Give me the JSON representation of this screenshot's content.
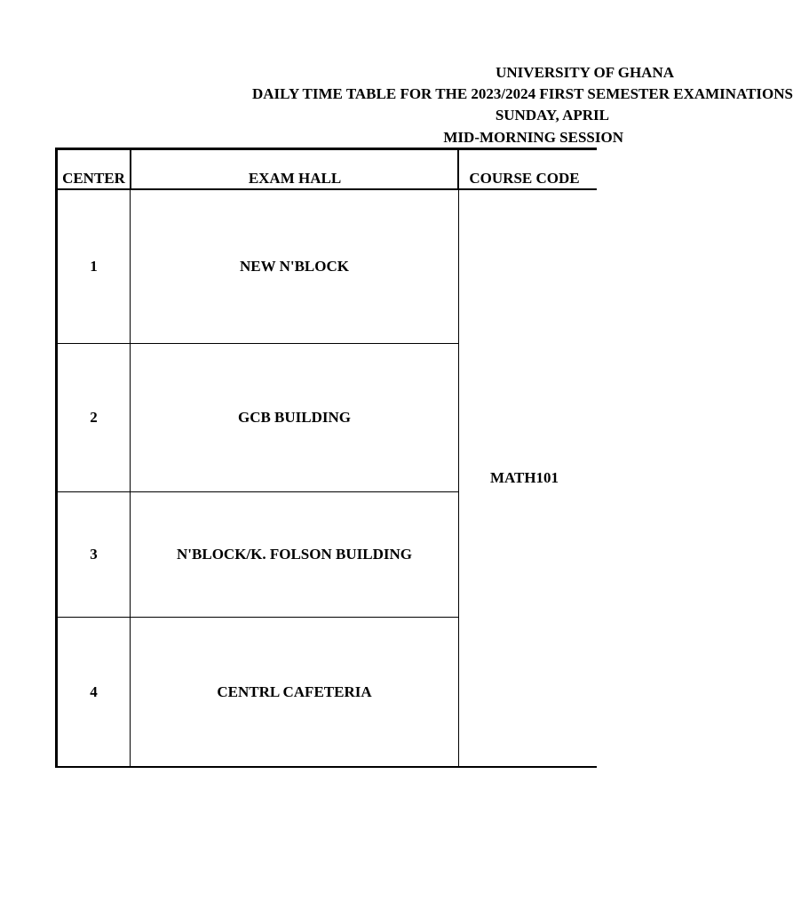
{
  "header": {
    "line1": "UNIVERSITY OF GHANA",
    "line2": "DAILY TIME TABLE FOR THE 2023/2024 FIRST SEMESTER EXAMINATIONS",
    "line3": "SUNDAY, APRIL",
    "line4": "MID-MORNING SESSION"
  },
  "table": {
    "columns": [
      "CENTER",
      "EXAM HALL",
      "COURSE CODE"
    ],
    "rows": [
      {
        "center": "1",
        "hall": "NEW N'BLOCK"
      },
      {
        "center": "2",
        "hall": "GCB BUILDING"
      },
      {
        "center": "3",
        "hall": "N'BLOCK/K. FOLSON BUILDING"
      },
      {
        "center": "4",
        "hall": "CENTRL CAFETERIA"
      }
    ],
    "course_code": "MATH101"
  }
}
